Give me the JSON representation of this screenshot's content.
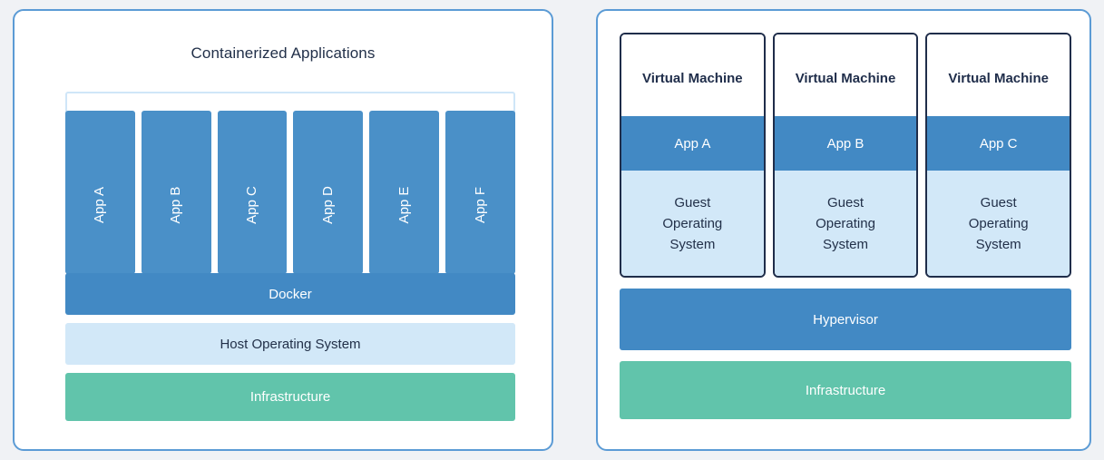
{
  "page": {
    "background_color": "#f0f2f5"
  },
  "colors": {
    "panel_border": "#5b9bd5",
    "container_blue": "#4a90c8",
    "layer_blue": "#4289c4",
    "light_blue": "#d2e8f8",
    "bracket_blue": "#cfe6f8",
    "infrastructure_green": "#61c4ab",
    "vm_border_navy": "#1f2d4a",
    "text_navy": "#223049",
    "text_white": "#ffffff"
  },
  "containers_panel": {
    "title": "Containerized Applications",
    "apps": [
      {
        "label": "App A"
      },
      {
        "label": "App B"
      },
      {
        "label": "App C"
      },
      {
        "label": "App D"
      },
      {
        "label": "App E"
      },
      {
        "label": "App F"
      }
    ],
    "layers": [
      {
        "label": "Docker"
      },
      {
        "label": "Host Operating System"
      },
      {
        "label": "Infrastructure"
      }
    ],
    "docker_label": "Docker",
    "host_os_label": "Host Operating System",
    "infrastructure_label": "Infrastructure"
  },
  "vms_panel": {
    "machines": [
      {
        "title": "Virtual Machine",
        "app": "App A",
        "guest_os": "Guest\nOperating\nSystem"
      },
      {
        "title": "Virtual Machine",
        "app": "App B",
        "guest_os": "Guest\nOperating\nSystem"
      },
      {
        "title": "Virtual Machine",
        "app": "App C",
        "guest_os": "Guest\nOperating\nSystem"
      }
    ],
    "hypervisor_label": "Hypervisor",
    "infrastructure_label": "Infrastructure"
  }
}
